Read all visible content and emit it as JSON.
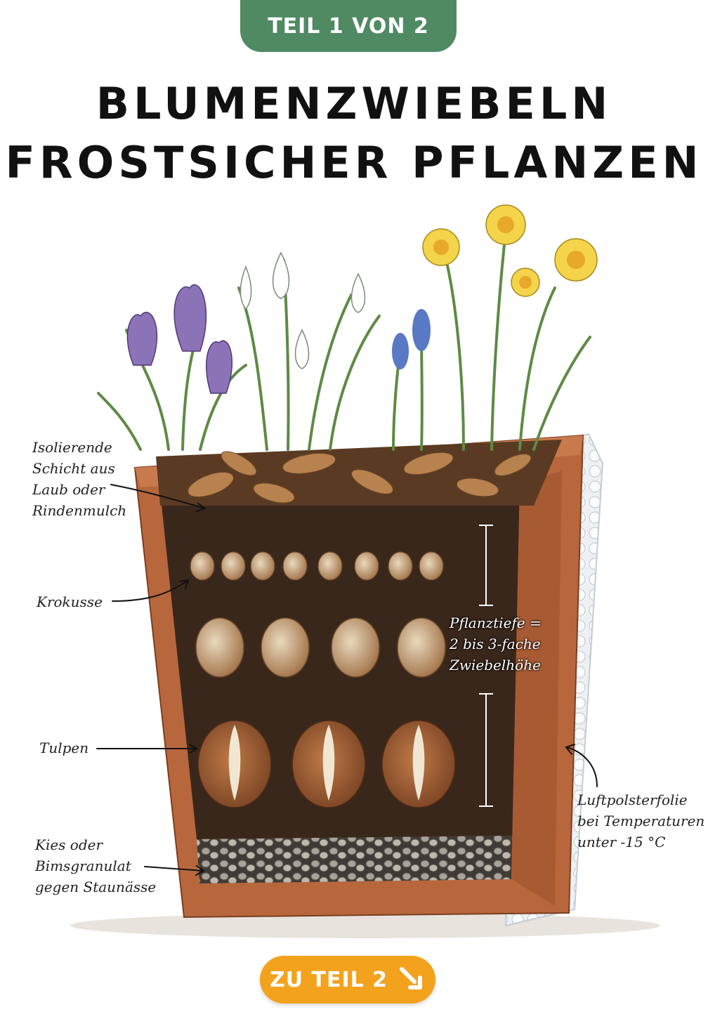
{
  "badge": {
    "label": "TEIL 1 VON 2"
  },
  "title": {
    "line1": "BLUMENZWIEBELN",
    "line2": "FROSTSICHER PFLANZEN"
  },
  "labels": {
    "mulch": "Isolierende\nSchicht aus\nLaub oder\nRindenmulch",
    "crocus": "Krokusse",
    "tulips": "Tulpen",
    "gravel": "Kies oder\nBimsgranulat\ngegen Staunässe",
    "foil": "Luftpolsterfolie\nbei Temperaturen\nunter -15 °C",
    "depth": "Pflanztiefe =\n2 bis 3-fache\nZwiebelhöhe"
  },
  "cta": {
    "label": "ZU TEIL 2",
    "icon": "arrow-down-right-icon"
  },
  "colors": {
    "badge": "#4f8a63",
    "cta": "#f3a21d",
    "pot": "#b8673d",
    "soil": "#3a271c"
  }
}
